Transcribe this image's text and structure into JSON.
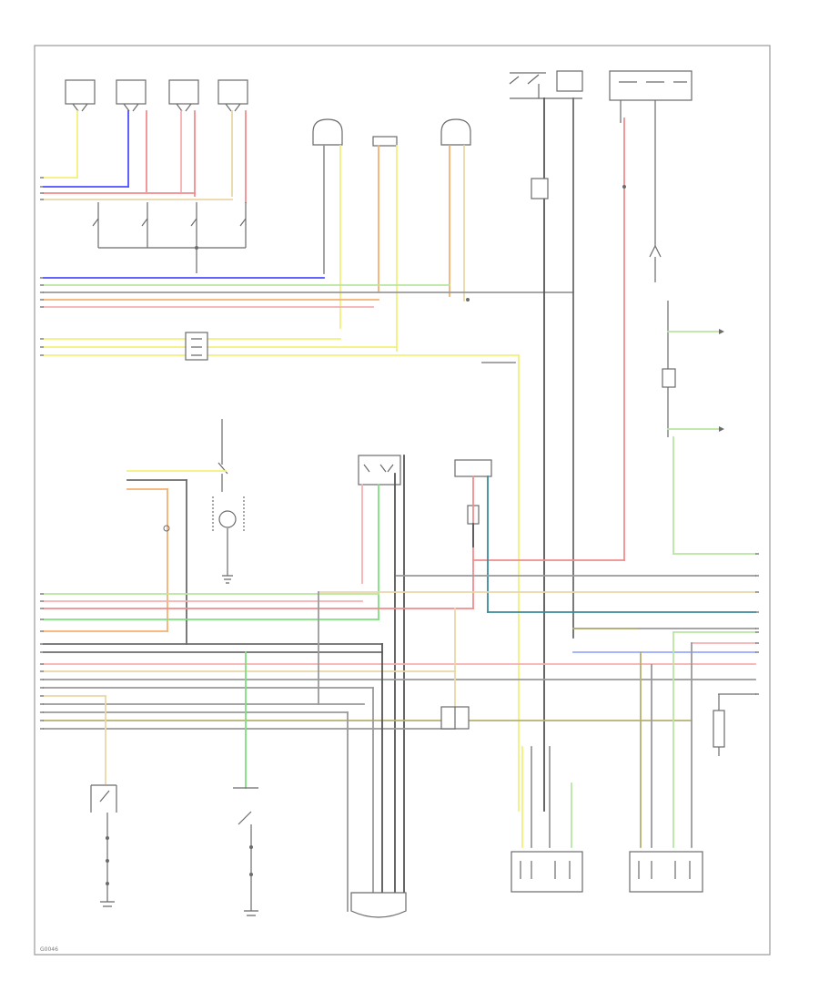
{
  "diagram": {
    "figure_code": "G0046",
    "wire_colors": {
      "yellow": "#f2f07a",
      "red": "#f08c8c",
      "pink": "#f5b0b0",
      "blue": "#4d4dff",
      "green": "#7de07d",
      "lightgreen": "#b8e6a0",
      "orange": "#f5b070",
      "tan": "#e8d7a8",
      "gray": "#9a9a9a",
      "darkgray": "#6b6b6b",
      "black": "#555555",
      "teal": "#3a8a9a",
      "olive": "#b5b070",
      "lightblue": "#9aa8ff"
    },
    "components": [
      {
        "id": "sensor-1",
        "icon": "sensor-box-icon"
      },
      {
        "id": "sensor-2",
        "icon": "sensor-box-icon"
      },
      {
        "id": "sensor-3",
        "icon": "sensor-box-icon"
      },
      {
        "id": "sensor-4",
        "icon": "sensor-box-icon"
      },
      {
        "id": "connector-top-1",
        "icon": "connector-icon"
      },
      {
        "id": "connector-top-2",
        "icon": "connector-icon"
      },
      {
        "id": "connector-top-3",
        "icon": "connector-icon"
      },
      {
        "id": "ignition-switch",
        "icon": "switch-icon"
      },
      {
        "id": "fuse-relay-box",
        "icon": "fuse-icon"
      },
      {
        "id": "junction-connector-1",
        "icon": "junction-icon"
      },
      {
        "id": "junction-connector-2",
        "icon": "junction-icon"
      },
      {
        "id": "junction-connector-3",
        "icon": "junction-icon"
      },
      {
        "id": "junction-connector-4",
        "icon": "junction-icon"
      },
      {
        "id": "front-motor",
        "icon": "motor-icon"
      },
      {
        "id": "rear-motor",
        "icon": "motor-icon"
      },
      {
        "id": "bottom-sensor-left",
        "icon": "switch-icon"
      },
      {
        "id": "bottom-sensor-mid",
        "icon": "switch-icon"
      },
      {
        "id": "bottom-connector",
        "icon": "connector-icon"
      }
    ]
  }
}
